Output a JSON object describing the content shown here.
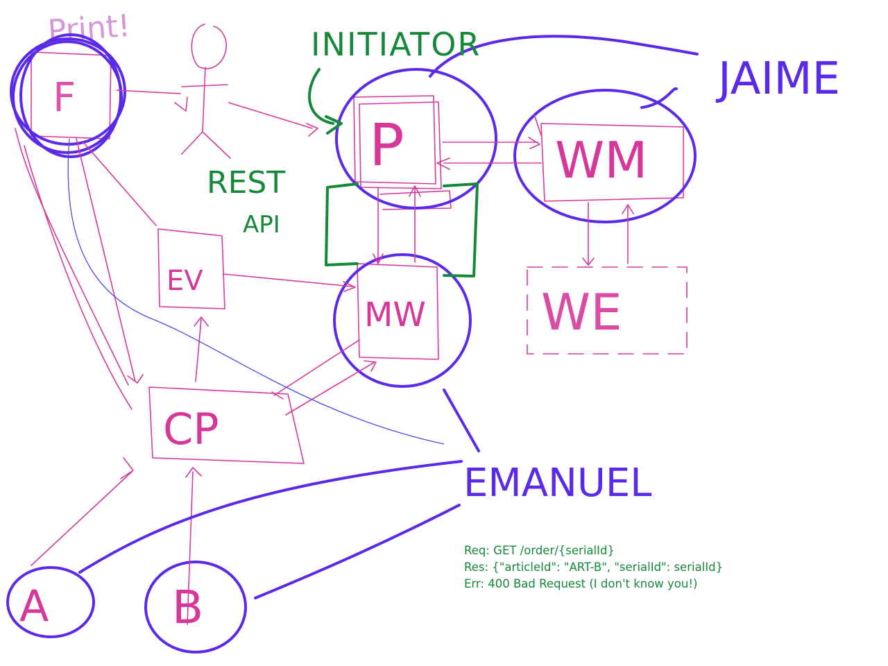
{
  "labels": {
    "print": "Print!",
    "f": "F",
    "p": "P",
    "wm": "WM",
    "we": "WE",
    "ev": "EV",
    "mw": "MW",
    "cp": "CP",
    "a": "A",
    "b": "B",
    "initiator": "INITIATOR",
    "rest": "REST",
    "api": "API",
    "jaime": "JAIME",
    "emanuel": "EMANUEL"
  },
  "notes": {
    "req": "Req: GET /order/{serialId}",
    "res": "Res: {\"articleId\": \"ART-B\", \"serialId\": serialId}",
    "err": "Err: 400 Bad Request (I don't know you!)"
  },
  "colors": {
    "pink": "#d6389a",
    "blue": "#5a2ae8",
    "green": "#16883a",
    "lavender": "#d696d8"
  }
}
